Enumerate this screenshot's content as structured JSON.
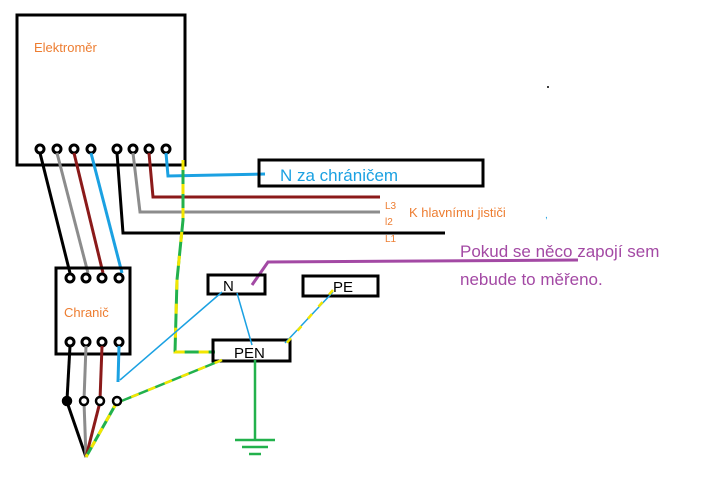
{
  "meter": {
    "label": "Elektroměr"
  },
  "rcd": {
    "label": "Chranič"
  },
  "n_after_rcd": {
    "label": "N za chráničem"
  },
  "main_breaker": {
    "label": "K hlavnímu jističi",
    "phases": [
      "L3",
      "l2",
      "L1"
    ]
  },
  "n_block": {
    "label": "N"
  },
  "pe_block": {
    "label": "PE"
  },
  "pen_block": {
    "label": "PEN"
  },
  "note": {
    "line1": "Pokud se něco zapojí sem",
    "line2": "nebude to měřeno."
  },
  "wire_colors": {
    "black": "#000000",
    "gray": "#8c8c8c",
    "brown": "#8b1a1a",
    "blue": "#1ba1e2",
    "green": "#22b14c",
    "yellow": "#f2e600",
    "purple": "#a349a4",
    "label_orange": "#ed7d31"
  }
}
